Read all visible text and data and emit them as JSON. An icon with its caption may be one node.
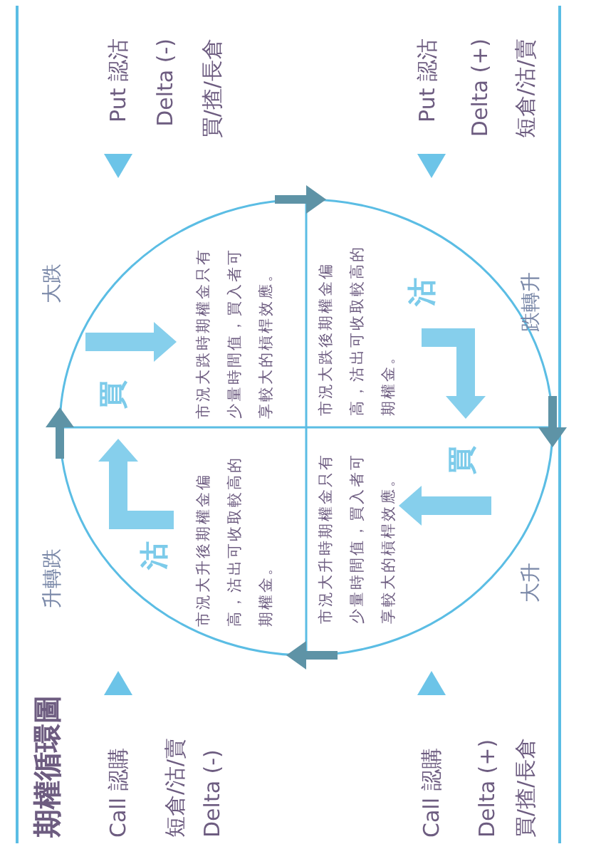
{
  "diagram": {
    "title": "期權循環圖",
    "labels": [
      "Call 認購",
      "短倉/沽/賣",
      "Delta (-)",
      "升轉跌",
      "大跌",
      "Put 認沽",
      "Delta (-)",
      "買/揸/長倉",
      "沽",
      "市況大升後期權金偏高，沽出可收取較高的期權金。",
      "買",
      "市況大跌時期權金只有少量時間值，買入者可享較大的槓桿效應。",
      "市況大升時期權金只有少量時間值，買入者可享較大的槓桿效應。",
      "買",
      "市況大跌後期權金偏高，沽出可收取較高的期權金。",
      "沽",
      "大升",
      "跌轉升",
      "Call 認購",
      "Delta (+)",
      "買/揸/長倉",
      "Put 認沽",
      "Delta (+)",
      "短倉/沽/賣"
    ]
  }
}
